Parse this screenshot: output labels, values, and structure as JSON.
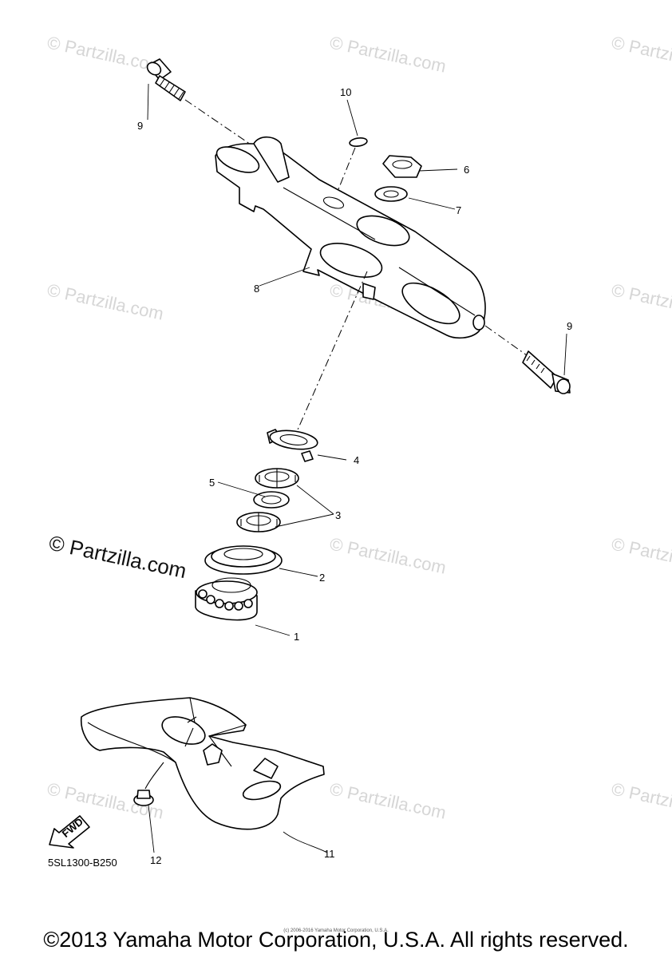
{
  "watermark": {
    "text": "© Partzilla.com",
    "color": "#d6d6d6",
    "prominent_text": "© Partzilla.com"
  },
  "callouts": [
    "1",
    "2",
    "3",
    "4",
    "5",
    "6",
    "7",
    "8",
    "9",
    "9",
    "10",
    "11",
    "12"
  ],
  "fwd_label": "FWD",
  "diagram_code": "5SL1300-B250",
  "tiny_copyright": "(c) 2006-2016 Yamaha Motor Corporation, U.S.A.",
  "copyright": "©2013 Yamaha Motor Corporation, U.S.A. All rights reserved."
}
